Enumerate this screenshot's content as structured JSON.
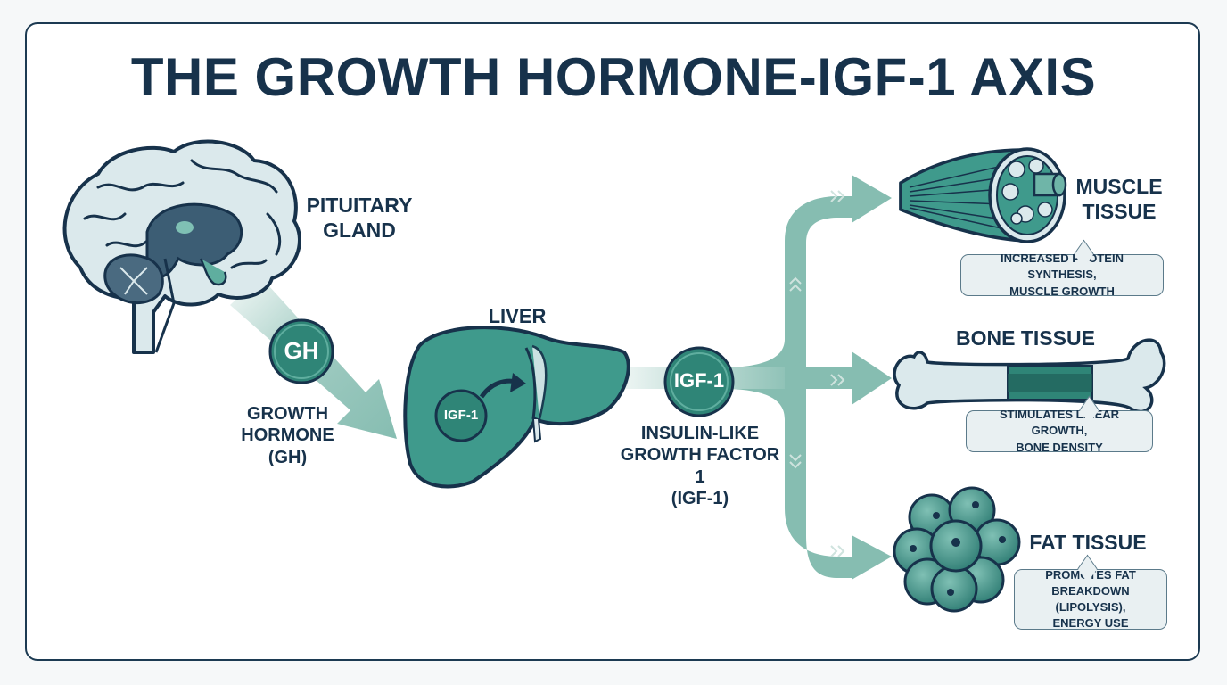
{
  "title": "THE GROWTH HORMONE-IGF-1 AXIS",
  "nodes": {
    "pituitary": "PITUITARY\nGLAND",
    "gh_badge": "GH",
    "gh_label": "GROWTH\nHORMONE\n(GH)",
    "liver": "LIVER",
    "liver_igf1": "IGF-1",
    "igf1_badge": "IGF-1",
    "igf1_label": "INSULIN-LIKE\nGROWTH FACTOR 1\n(IGF-1)",
    "muscle": "MUSCLE\nTISSUE",
    "bone": "BONE TISSUE",
    "fat": "FAT TISSUE"
  },
  "callouts": {
    "muscle": "INCREASED PROTEIN SYNTHESIS,\nMUSCLE GROWTH",
    "bone": "STIMULATES LINEAR GROWTH,\nBONE DENSITY",
    "fat": "PROMOTES FAT\nBREAKDOWN (LIPOLYSIS),\nENERGY USE"
  },
  "colors": {
    "navy": "#17324b",
    "teal": "#3f9a8c",
    "teal_light": "#8fc3b8",
    "arrow": "#86bdb1",
    "pale": "#dbe9ec"
  }
}
